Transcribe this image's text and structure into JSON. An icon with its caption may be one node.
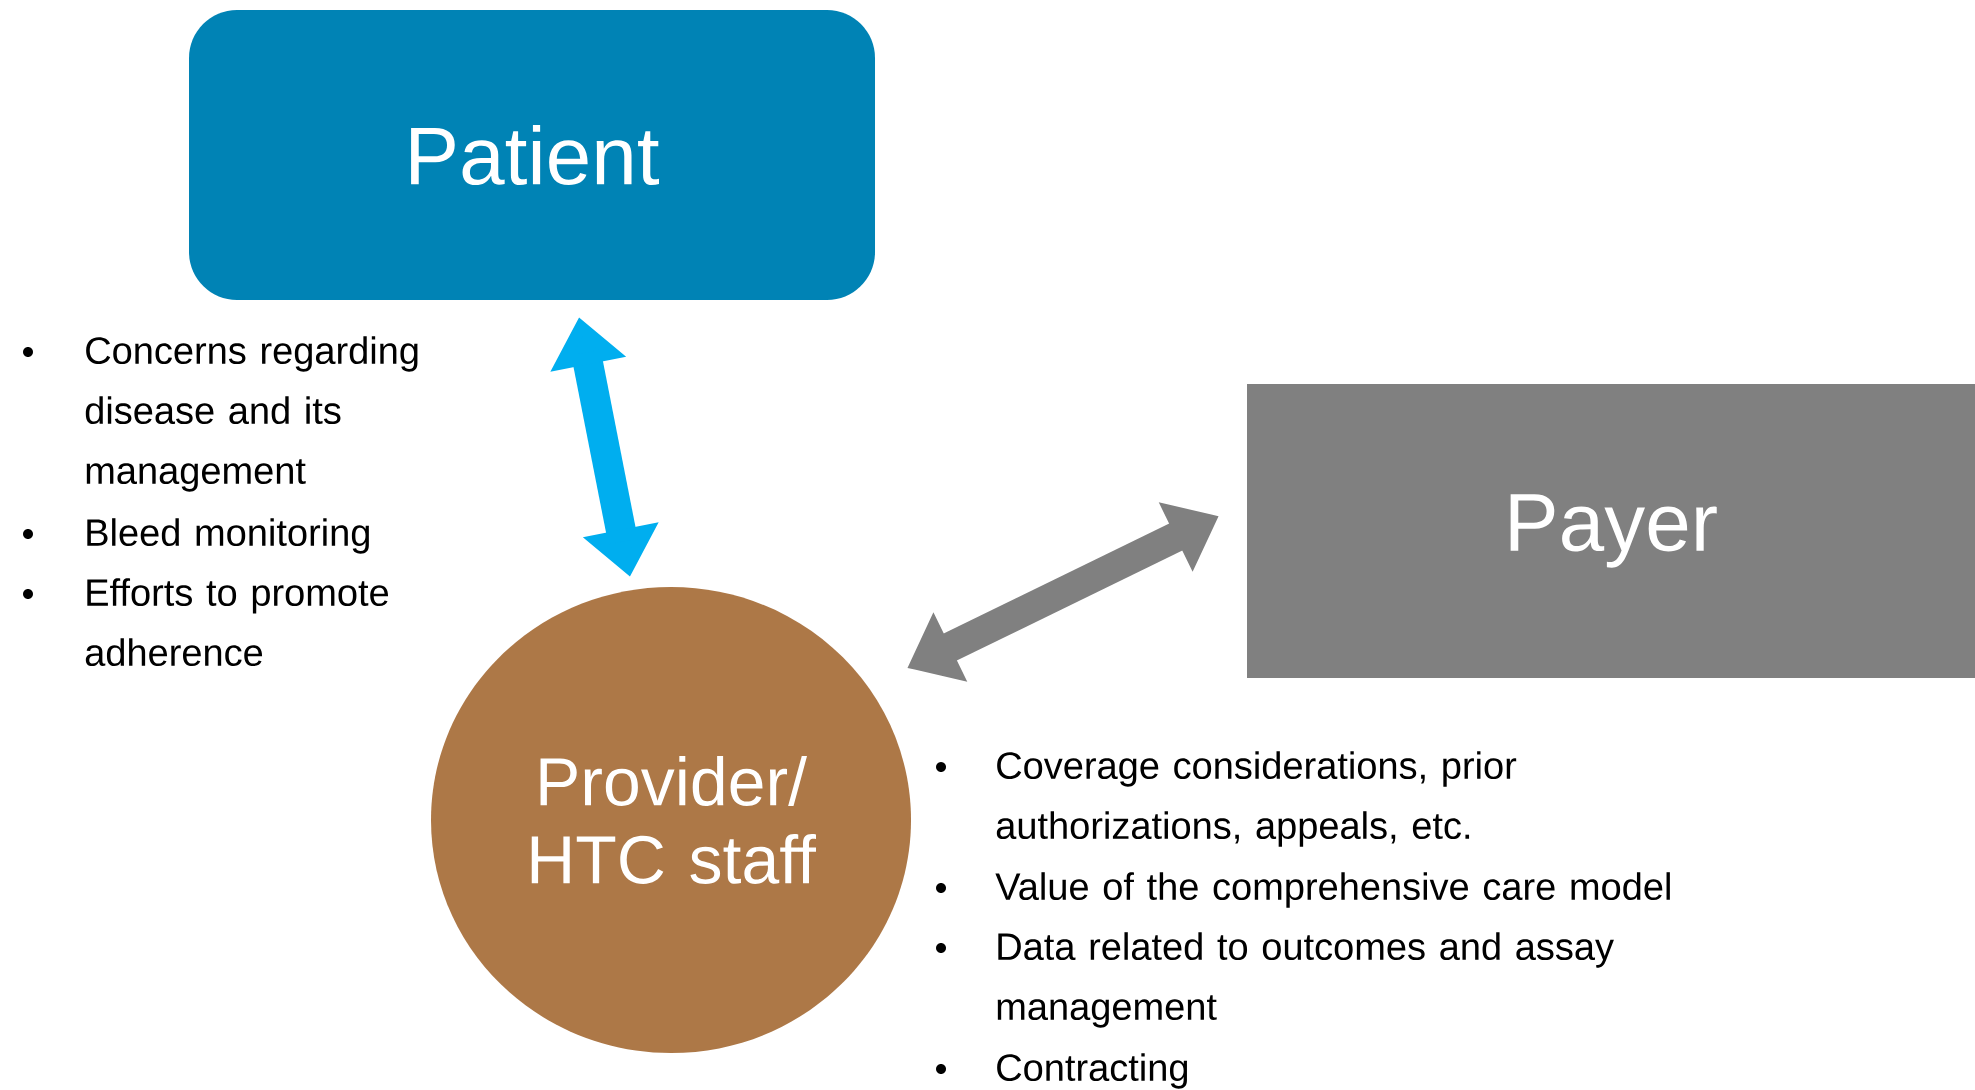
{
  "diagram": {
    "nodes": [
      {
        "text": [
          "Patient"
        ]
      },
      {
        "text": [
          "Payer"
        ]
      },
      {
        "text": [
          "Provider/ HTC staff"
        ]
      }
    ],
    "edges": [
      {
        "from": 0,
        "to": 2,
        "arrow": "both",
        "color": "#00aeef"
      },
      {
        "from": 2,
        "to": 1,
        "arrow": "both",
        "color": "#808080"
      }
    ],
    "labels": [
      "Concerns regarding disease and its management",
      "Bleed monitoring",
      "Efforts to promote adherence",
      "Coverage considerations, prior authorizations, appeals, etc.",
      "Value of the comprehensive care model",
      "Data related to outcomes and assay management",
      "Contracting"
    ]
  }
}
